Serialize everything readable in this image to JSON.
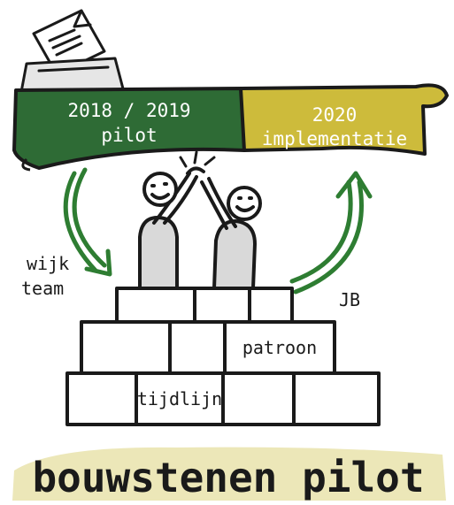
{
  "banner": {
    "left_line1": "2018 / 2019",
    "left_line2": "pilot",
    "right_line1": "2020",
    "right_line2": "implementatie",
    "left_color": "#2e6b35",
    "right_color": "#cdbb3b"
  },
  "labels": {
    "wijk": "wijk",
    "team": "team",
    "jb": "JB"
  },
  "bricks": {
    "patroon": "patroon",
    "tijdlijn": "tijdlijn"
  },
  "title": "bouwstenen pilot",
  "colors": {
    "arrow_green": "#2e7d32",
    "highlight": "#ece7b8",
    "ink": "#1a1a1a"
  },
  "icons": [
    "document-icon",
    "tray-icon",
    "person-icon",
    "high-five-icon",
    "arrow-down-icon",
    "arrow-up-icon"
  ]
}
